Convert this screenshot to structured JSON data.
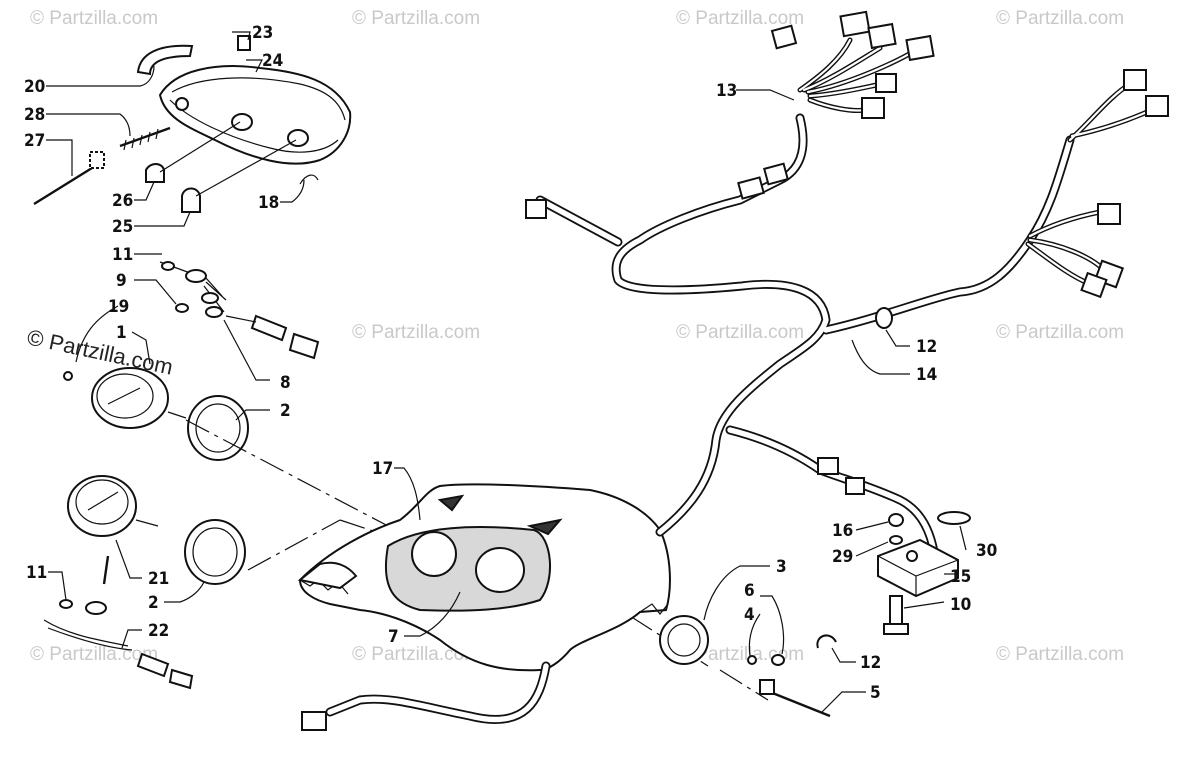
{
  "watermarks": {
    "small": "© Partzilla.com",
    "large": "© Partzilla.com"
  },
  "callouts": {
    "c1": "1",
    "c2a": "2",
    "c2b": "2",
    "c3": "3",
    "c4": "4",
    "c5": "5",
    "c6": "6",
    "c7": "7",
    "c8": "8",
    "c9": "9",
    "c10": "10",
    "c11a": "11",
    "c11b": "11",
    "c12a": "12",
    "c12b": "12",
    "c13": "13",
    "c14": "14",
    "c15": "15",
    "c16": "16",
    "c17": "17",
    "c18": "18",
    "c19": "19",
    "c20": "20",
    "c21": "21",
    "c22": "22",
    "c23": "23",
    "c24": "24",
    "c25": "25",
    "c26": "26",
    "c27": "27",
    "c28": "28",
    "c29": "29",
    "c30": "30"
  },
  "colors": {
    "ink": "#111111",
    "watermark": "#c9c9c9",
    "background": "#ffffff"
  }
}
